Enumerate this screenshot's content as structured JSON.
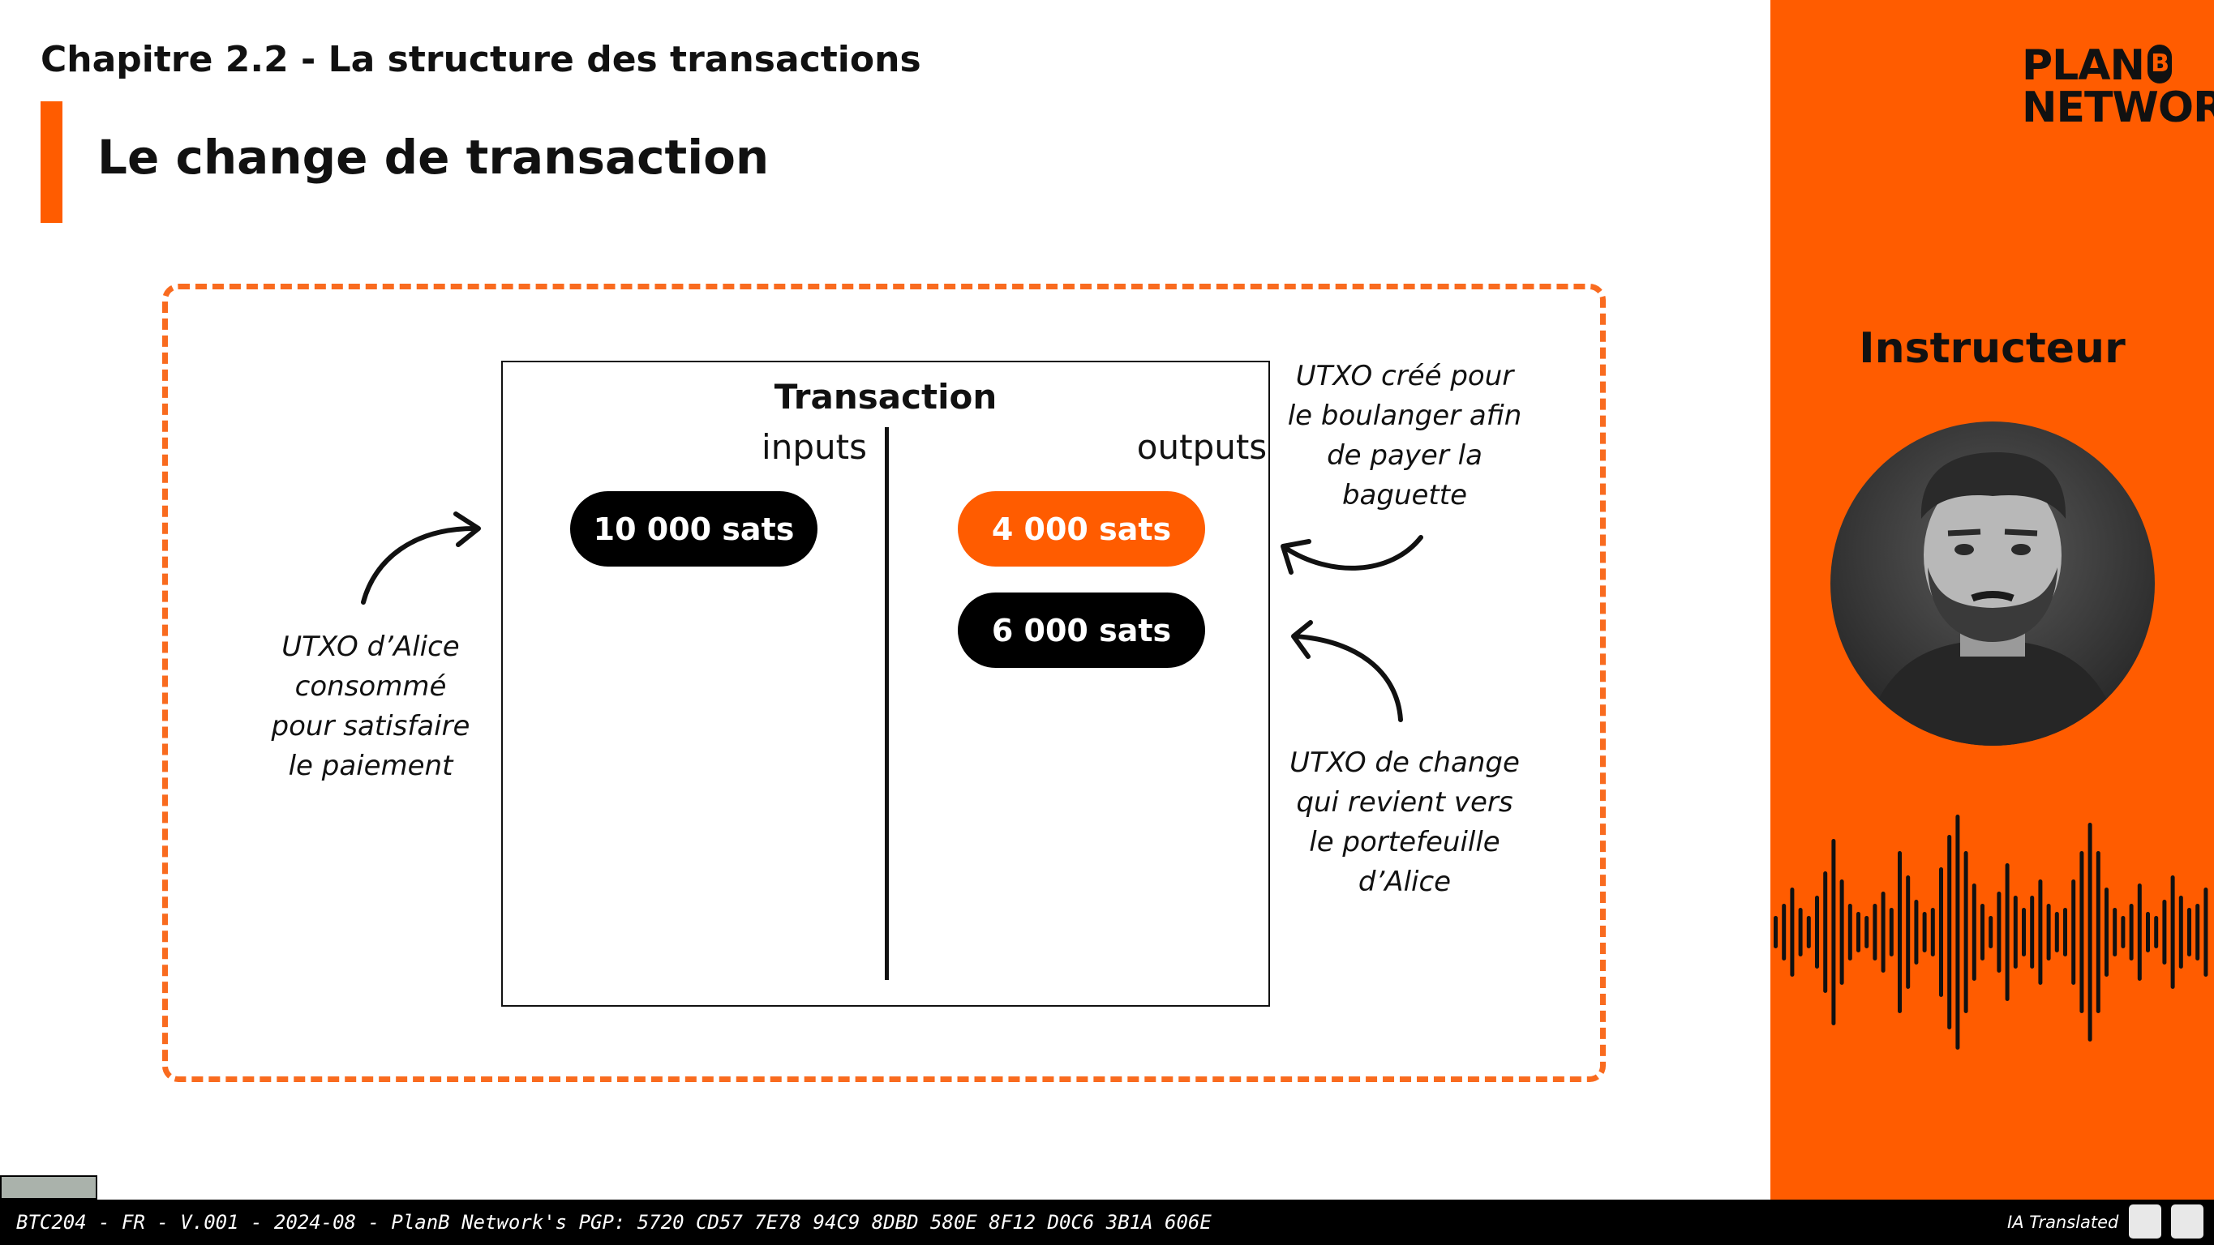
{
  "header": {
    "chapter": "Chapitre 2.2 - La structure des transactions",
    "title": "Le change de transaction"
  },
  "diagram": {
    "tx_title": "Transaction",
    "inputs_label": "inputs",
    "outputs_label": "outputs",
    "input_pill": "10 000 sats",
    "output_pill_1": "4 000 sats",
    "output_pill_2": "6 000 sats",
    "annot_alice": [
      "UTXO d’Alice",
      "consommé",
      "pour satisfaire",
      "le paiement"
    ],
    "annot_boulanger": [
      "UTXO créé pour",
      "le boulanger afin",
      "de payer la",
      "baguette"
    ],
    "annot_change": [
      "UTXO de change",
      "qui revient vers",
      "le portefeuille",
      "d’Alice"
    ]
  },
  "side_panel": {
    "logo_line1": "PLAN",
    "logo_b": "B",
    "logo_line2": "NETWORK",
    "instructor_label": "Instructeur"
  },
  "footer": {
    "text": "BTC204 - FR - V.001 - 2024-08 - PlanB Network's PGP: 5720 CD57 7E78 94C9 8DBD 580E 8F12 D0C6 3B1A 606E",
    "ia_translated": "IA Translated"
  },
  "colors": {
    "accent": "#FF5C00",
    "dashed": "#F96B1F",
    "dark": "#111111"
  }
}
